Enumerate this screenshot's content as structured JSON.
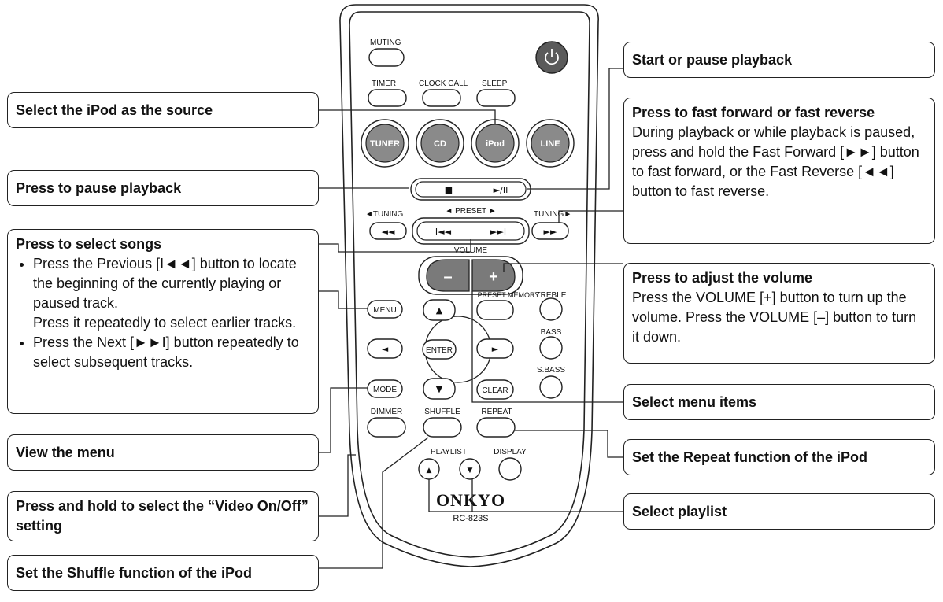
{
  "remote": {
    "brand": "ONKYO",
    "model": "RC-823S",
    "labels": {
      "muting": "MUTING",
      "timer": "TIMER",
      "clock_call": "CLOCK CALL",
      "sleep": "SLEEP",
      "tuner": "TUNER",
      "cd": "CD",
      "ipod": "iPod",
      "line": "LINE",
      "tuning_left": "◄TUNING",
      "tuning_right": "TUNING►",
      "preset": "◄ PRESET ►",
      "volume": "VOLUME",
      "volume_minus": "–",
      "volume_plus": "+",
      "preset_memory": "PRESET MEMORY",
      "treble": "TREBLE",
      "bass": "BASS",
      "sbass": "S.BASS",
      "menu": "MENU",
      "enter": "ENTER",
      "mode": "MODE",
      "clear": "CLEAR",
      "dimmer": "DIMMER",
      "shuffle": "SHUFFLE",
      "repeat": "REPEAT",
      "playlist": "PLAYLIST",
      "display": "DISPLAY"
    },
    "glyphs": {
      "stop": "■",
      "play_pause": "►/II",
      "rewind": "◄◄",
      "fast_forward": "►►",
      "previous": "I◄◄",
      "next": "►►I",
      "up": "▲",
      "down": "▼",
      "left": "◄",
      "right": "►"
    }
  },
  "callouts": {
    "select_ipod": {
      "title": "Select the iPod as the source"
    },
    "pause": {
      "title": "Press to pause playback"
    },
    "select_songs": {
      "title": "Press to select songs",
      "bullet1": "Press the Previous [I◄◄] button to locate the beginning of the currently playing or paused track.",
      "bullet1_cont": "Press it repeatedly to select earlier tracks.",
      "bullet2": "Press the Next [►►I] button repeatedly to select subsequent tracks."
    },
    "view_menu": {
      "title": "View the menu"
    },
    "video_onoff": {
      "title": "Press and hold to select the “Video On/Off” setting"
    },
    "shuffle": {
      "title": "Set the Shuffle function of the iPod"
    },
    "start_pause": {
      "title": "Start or pause playback"
    },
    "fast_forward": {
      "title": "Press to fast forward or fast reverse",
      "body": "During playback or while playback is paused, press and hold the Fast Forward [►►] button to fast forward, or the Fast Reverse [◄◄] button to fast reverse."
    },
    "volume": {
      "title": "Press to adjust the volume",
      "body": "Press the VOLUME [+] button to turn up the volume. Press the VOLUME [–] button to turn it down."
    },
    "menu_items": {
      "title": "Select menu items"
    },
    "repeat": {
      "title": "Set the Repeat function of the iPod"
    },
    "playlist": {
      "title": "Select playlist"
    }
  },
  "colors": {
    "power_button": "#5a5a5a",
    "source_button": "#8a8a8a",
    "volume_button": "#7a7a7a",
    "outline": "#222222"
  }
}
